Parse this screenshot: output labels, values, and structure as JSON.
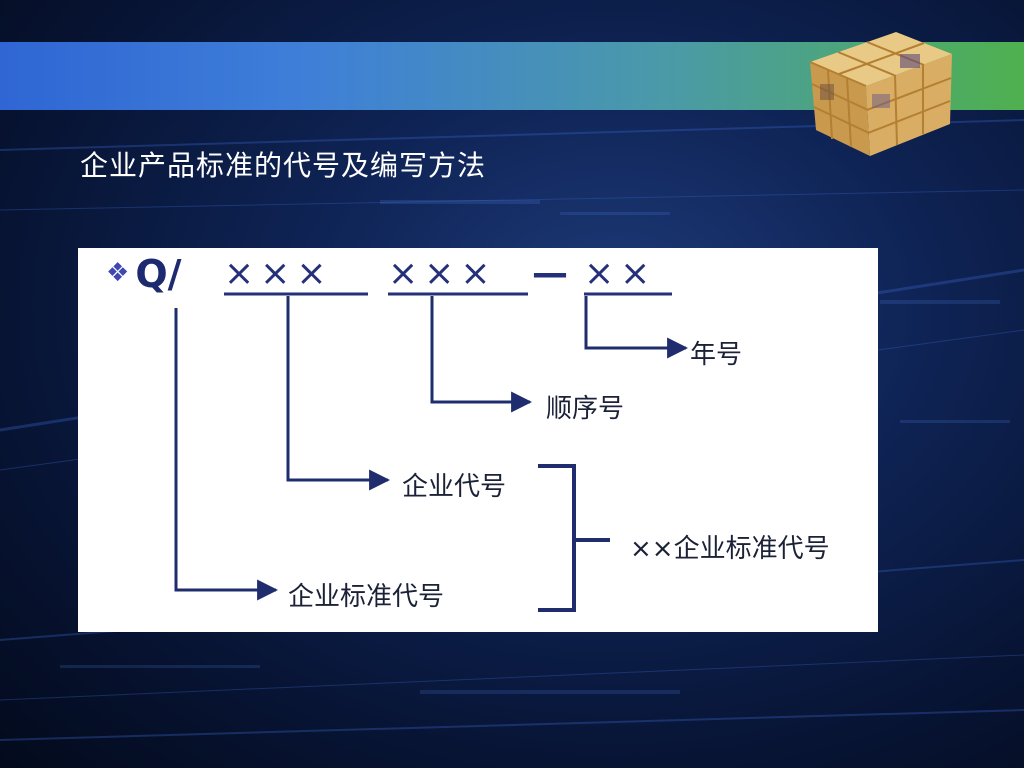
{
  "slide": {
    "title": "企业产品标准的代号及编写方法"
  },
  "diagram": {
    "prefix": "Q/",
    "segment_enterprise": "×××",
    "segment_sequence": "×××",
    "separator": "—",
    "segment_year": "××",
    "labels": {
      "year": "年号",
      "sequence": "顺序号",
      "enterprise_code": "企业代号",
      "enterprise_standard_code": "企业标准代号",
      "combined": "××企业标准代号"
    },
    "colors": {
      "code_text": "#24307a",
      "arrows": "#1f2d6e",
      "label_text": "#1b2238",
      "bullet": "#3d48b0"
    }
  }
}
